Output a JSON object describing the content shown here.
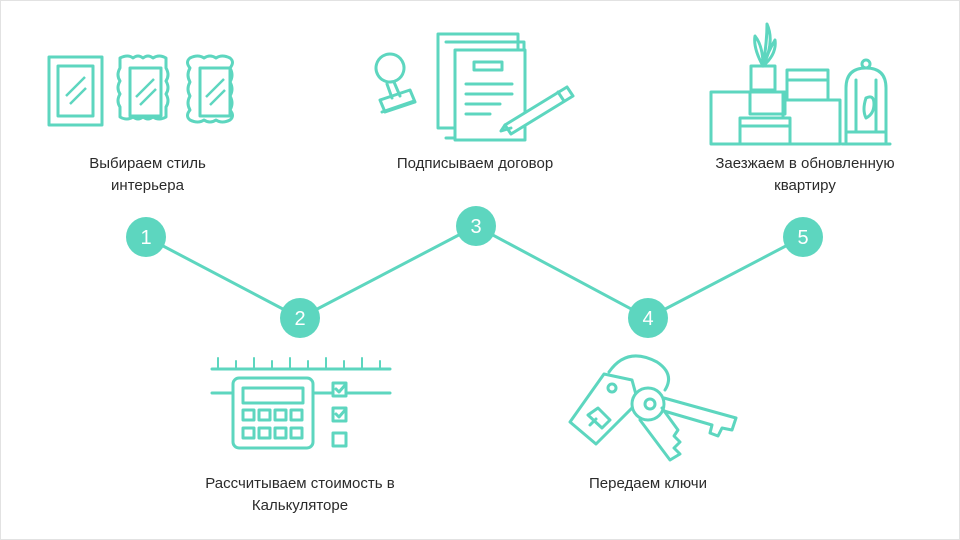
{
  "colors": {
    "accent": "#5dd6bf",
    "text": "#2b2b2b",
    "background": "#ffffff"
  },
  "steps": [
    {
      "number": "1",
      "label": "Выбираем стиль интерьера",
      "icon": "picture-frames-icon"
    },
    {
      "number": "2",
      "label": "Рассчитываем стоимость в Калькуляторе",
      "icon": "calculator-checklist-icon"
    },
    {
      "number": "3",
      "label": "Подписываем договор",
      "icon": "contract-stamp-icon"
    },
    {
      "number": "4",
      "label": "Передаем ключи",
      "icon": "keys-icon"
    },
    {
      "number": "5",
      "label": "Заезжаем в обновленную квартиру",
      "icon": "moving-boxes-icon"
    }
  ]
}
